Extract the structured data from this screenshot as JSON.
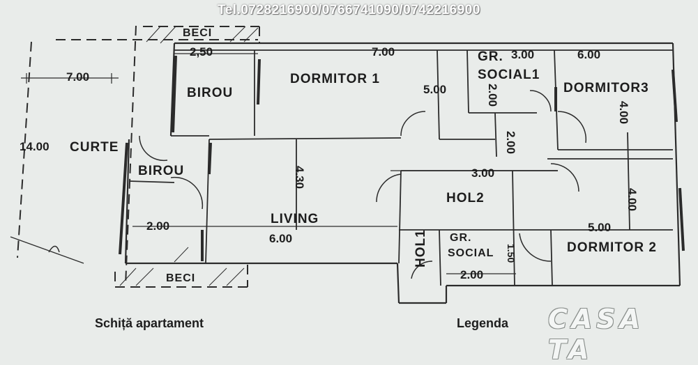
{
  "header": {
    "phone": "Tel.0728216900/0766741090/0742216900"
  },
  "rooms": {
    "dormitor1": "DORMITOR 1",
    "dormitor2": "DORMITOR 2",
    "dormitor3": "DORMITOR3",
    "birou_top": "BIROU",
    "birou_mid": "BIROU",
    "curte": "CURTE",
    "living": "LIVING",
    "hol1": "HOL1",
    "hol2": "HOL2",
    "gr_social1_a": "GR.",
    "gr_social1_b": "SOCIAL1",
    "gr_social_a": "GR.",
    "gr_social_b": "SOCIAL",
    "beci_top": "BECI",
    "beci_bottom": "BECI"
  },
  "dimensions": {
    "d_7_00_left": "7.00",
    "d_14_00": "14.00",
    "d_2_50": "2,50",
    "d_7_00_top": "7.00",
    "d_3_00_top": "3.00",
    "d_6_00_top": "6.00",
    "d_5_00_a": "5.00",
    "d_2_00_a": "2.00",
    "d_2_00_b": "2.00",
    "d_4_00_a": "4.00",
    "d_4_30": "4.30",
    "d_3_00_mid": "3.00",
    "d_4_00_b": "4.00",
    "d_2_00_left": "2.00",
    "d_6_00_bottom": "6.00",
    "d_5_00_b": "5.00",
    "d_1_50": "1.50",
    "d_2_00_bottom": "2.00"
  },
  "captions": {
    "sketch": "Schiță apartament",
    "legend": "Legenda"
  },
  "logo": {
    "text": "CASA TA"
  }
}
